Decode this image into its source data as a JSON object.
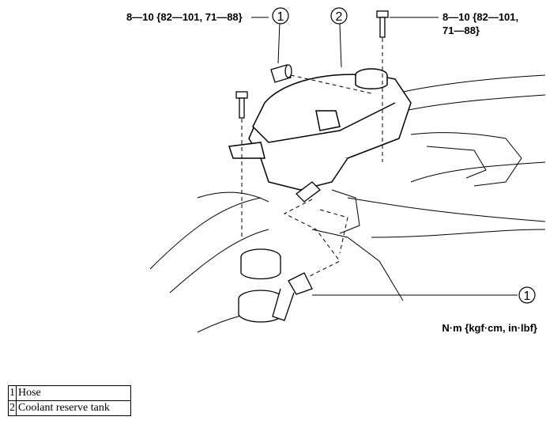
{
  "torque_left": "8—10 {82—101, 71—88}",
  "torque_right_line1": "8—10 {82—101,",
  "torque_right_line2": "71—88}",
  "unit_label": "N·m {kgf·cm, in·lbf}",
  "callouts": {
    "hose_top": "1",
    "tank": "2",
    "hose_bottom": "1"
  },
  "legend": [
    {
      "num": "1",
      "label": "Hose"
    },
    {
      "num": "2",
      "label": "Coolant reserve tank"
    }
  ]
}
